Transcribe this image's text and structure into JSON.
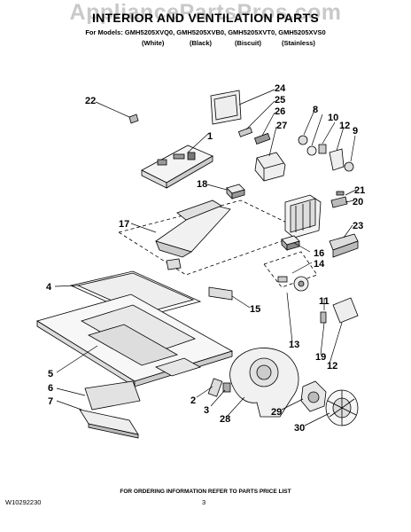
{
  "watermark": "AppliancePartsPros.com",
  "title": "INTERIOR AND VENTILATION PARTS",
  "models_line": "For Models: GMH5205XVQ0, GMH5205XVB0, GMH5205XVT0, GMH5205XVS0",
  "colors": [
    "(White)",
    "(Black)",
    "(Biscuit)",
    "(Stainless)"
  ],
  "callouts": [
    "1",
    "2",
    "3",
    "4",
    "5",
    "6",
    "7",
    "8",
    "9",
    "10",
    "11",
    "12",
    "12",
    "13",
    "14",
    "15",
    "16",
    "17",
    "18",
    "19",
    "20",
    "21",
    "22",
    "23",
    "24",
    "25",
    "26",
    "27",
    "28",
    "29",
    "30"
  ],
  "footer": {
    "note": "FOR ORDERING INFORMATION REFER TO PARTS PRICE LIST",
    "doc_number": "W10292230",
    "page_number": "3"
  }
}
